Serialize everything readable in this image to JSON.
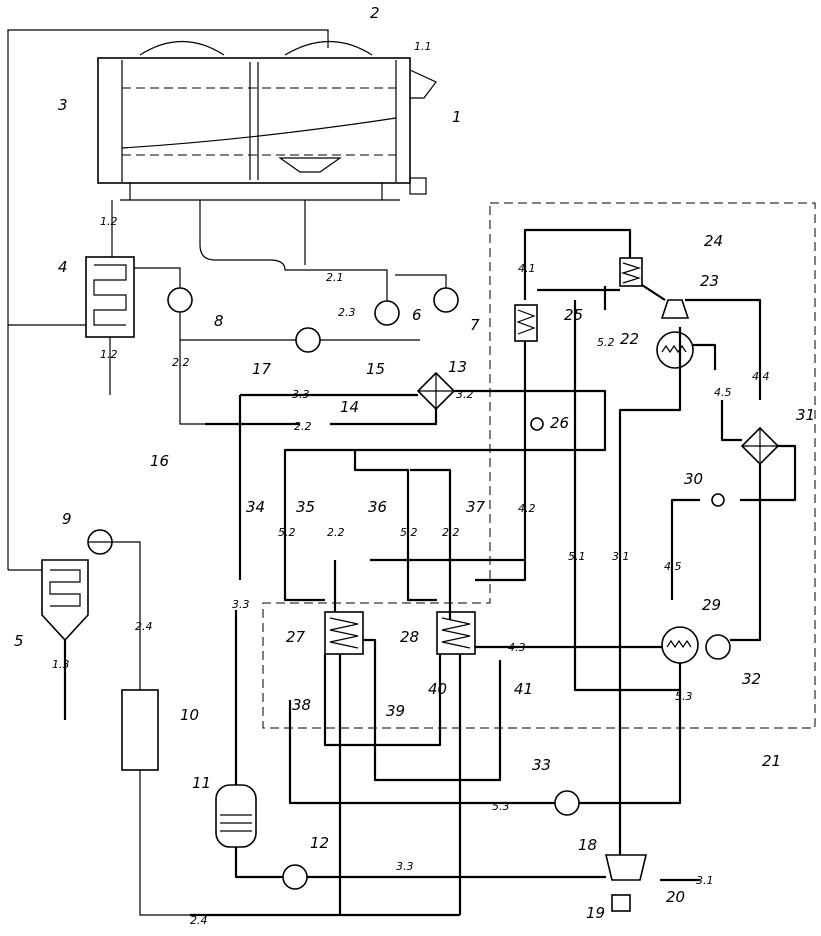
{
  "colors": {
    "line": "#000000",
    "background": "#ffffff"
  },
  "equipment_labels": [
    "1",
    "2",
    "3",
    "4",
    "5",
    "6",
    "7",
    "8",
    "9",
    "10",
    "11",
    "12",
    "13",
    "14",
    "15",
    "16",
    "17",
    "18",
    "19",
    "20",
    "21",
    "22",
    "23",
    "24",
    "25",
    "26",
    "27",
    "28",
    "29",
    "30",
    "31",
    "32",
    "33",
    "34",
    "35",
    "36",
    "37",
    "38",
    "39",
    "40",
    "41"
  ],
  "flow_labels": [
    "1.1",
    "1.2",
    "1.2",
    "1.3",
    "2.1",
    "2.2",
    "2.2",
    "2.2",
    "2.2",
    "2.3",
    "2.4",
    "2.4",
    "3.1",
    "3.1",
    "3.2",
    "3.3",
    "3.3",
    "3.3",
    "4.1",
    "4.2",
    "4.3",
    "4.4",
    "4.5",
    "4.5",
    "5.1",
    "5.2",
    "5.2",
    "5.2",
    "5.3",
    "5.3"
  ]
}
